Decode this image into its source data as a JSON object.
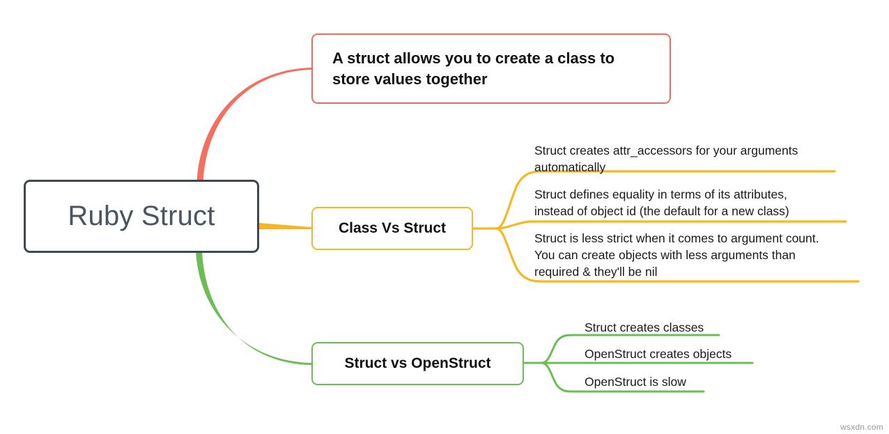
{
  "root": {
    "label": "Ruby Struct",
    "color": "#3d4852"
  },
  "branches": [
    {
      "id": "definition",
      "color": "#ee6c5a",
      "node_label": "A struct allows you to create a class to\nstore values together",
      "children": []
    },
    {
      "id": "class-vs-struct",
      "color": "#f5b723",
      "node_label": "Class Vs Struct",
      "children": [
        {
          "text": "Struct creates attr_accessors for your arguments\nautomatically"
        },
        {
          "text": "Struct defines equality in terms of its attributes,\ninstead of object id (the default for a new class)"
        },
        {
          "text": "Struct is less strict when it comes to argument count.\nYou can create objects with less arguments than\nrequired & they'll be nil"
        }
      ]
    },
    {
      "id": "struct-vs-openstruct",
      "color": "#6cbe54",
      "node_label": "Struct vs OpenStruct",
      "children": [
        {
          "text": "Struct creates classes"
        },
        {
          "text": "OpenStruct creates objects"
        },
        {
          "text": "OpenStruct is slow"
        }
      ]
    }
  ],
  "watermark": "wsxdn.com"
}
